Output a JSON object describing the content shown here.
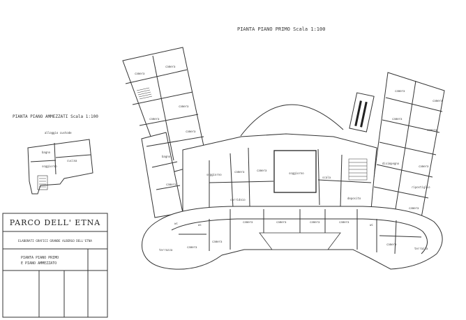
{
  "titles": {
    "primo": "PIANTA PIANO PRIMO   Scala 1:100",
    "ammezzati": "PIANTA PIANO AMMEZZATI   Scala 1:100",
    "small_caption": "alloggio custode"
  },
  "title_block": {
    "heading": "PARCO DELL' ETNA",
    "subheading": "ELABORATI GRAFICI GRANDE ALBERGO DELL'ETNA",
    "sheet_line1": "PIANTA PIANO PRIMO",
    "sheet_line2": "E PIANO AMMEZZATO"
  },
  "rooms": {
    "lbl01": "camera",
    "lbl02": "bagno",
    "lbl03": "wc",
    "lbl04": "corridoio",
    "lbl05": "soggiorno",
    "lbl06": "cucina",
    "lbl07": "disimpegno",
    "lbl08": "scala",
    "lbl09": "terrazza",
    "lbl10": "deposito",
    "lbl11": "ripostiglio"
  },
  "colors": {
    "line": "#333333",
    "fill": "#ffffff",
    "text": "#333333"
  }
}
